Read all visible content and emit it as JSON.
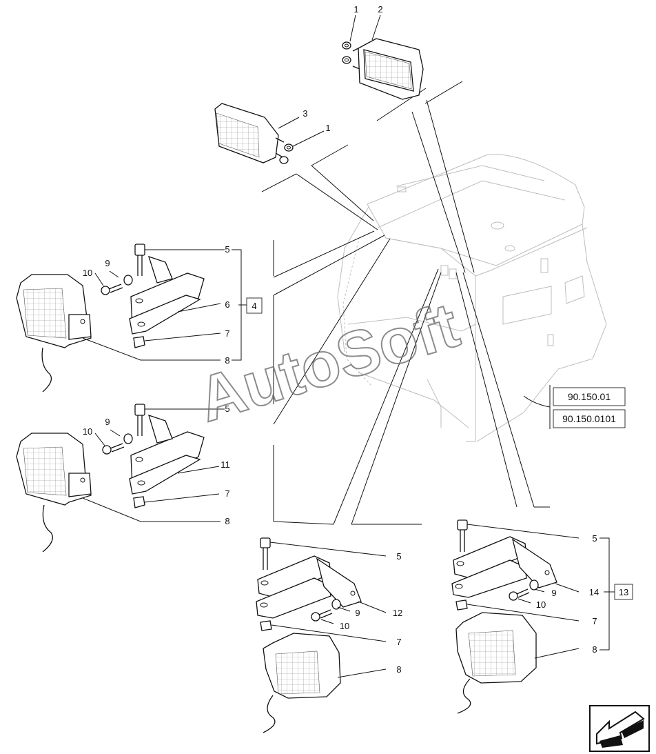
{
  "watermark": "AutoSoft",
  "references": [
    "90.150.01",
    "90.150.0101"
  ],
  "groups": {
    "group_a": {
      "box": "4"
    },
    "group_d": {
      "box": "13"
    }
  },
  "callouts": {
    "top_lamp_nut": "1",
    "top_lamp": "2",
    "mid_lamp": "3",
    "mid_lamp_nut": "1",
    "a_bolt": "5",
    "a_washer": "9",
    "a_screw": "10",
    "a_bracket": "6",
    "a_nut": "7",
    "a_lamp": "8",
    "b_bolt": "5",
    "b_washer": "9",
    "b_screw": "10",
    "b_bracket": "11",
    "b_nut": "7",
    "b_lamp": "8",
    "c_bolt": "5",
    "c_washer": "9",
    "c_screw": "10",
    "c_bracket": "12",
    "c_nut": "7",
    "c_lamp": "8",
    "d_bolt": "5",
    "d_washer": "9",
    "d_screw": "10",
    "d_bracket": "14",
    "d_nut": "7",
    "d_lamp": "8"
  },
  "icons": {
    "nav": "back-arrow-icon"
  }
}
